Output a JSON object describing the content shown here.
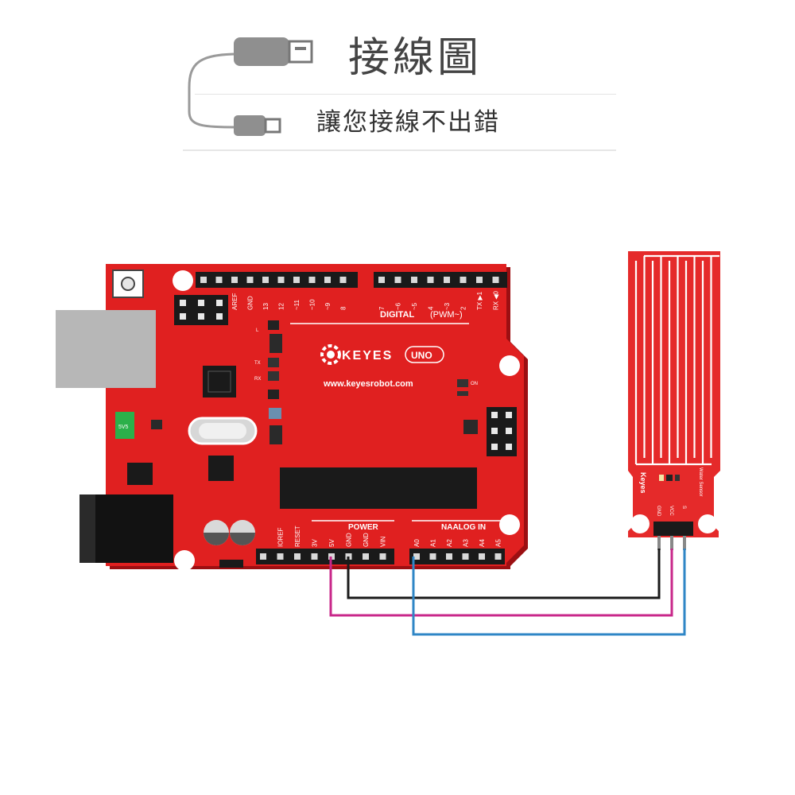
{
  "header": {
    "title": "接線圖",
    "subtitle": "讓您接線不出錯"
  },
  "board": {
    "brand": "KEYES",
    "model": "UNO",
    "website": "www.keyesrobot.com",
    "digital_label": "DIGITAL",
    "pwm_label": "(PWM~)",
    "power_label": "POWER",
    "analog_label": "NAALOG IN",
    "chip_label_5v": "5V5",
    "led_label_on": "ON",
    "led_tx": "TX",
    "led_rx": "RX",
    "led_l": "L",
    "top_pins": [
      "AREF",
      "GND",
      "13",
      "12",
      "~11",
      "~10",
      "~9",
      "8",
      "7",
      "~6",
      "~5",
      "4",
      "~3",
      "2",
      "TX ▶1",
      "RX ◀0"
    ],
    "power_pins": [
      "IOREF",
      "RESET",
      "3V",
      "5V",
      "GND",
      "GND",
      "VIN"
    ],
    "analog_pins": [
      "A0",
      "A1",
      "A2",
      "A3",
      "A4",
      "A5"
    ]
  },
  "sensor": {
    "brand": "Keyes",
    "name": "Water Sensor",
    "pins": [
      "GND",
      "VCC",
      "S"
    ]
  },
  "wires": [
    {
      "from": "GND",
      "to": "GND",
      "color": "#1a1a1a"
    },
    {
      "from": "5V",
      "to": "VCC",
      "color": "#c8278a"
    },
    {
      "from": "A0",
      "to": "S",
      "color": "#2f86c6"
    }
  ],
  "colors": {
    "board": "#e02020",
    "board_shadow": "#9c0f12",
    "sensor": "#e52a2a"
  }
}
